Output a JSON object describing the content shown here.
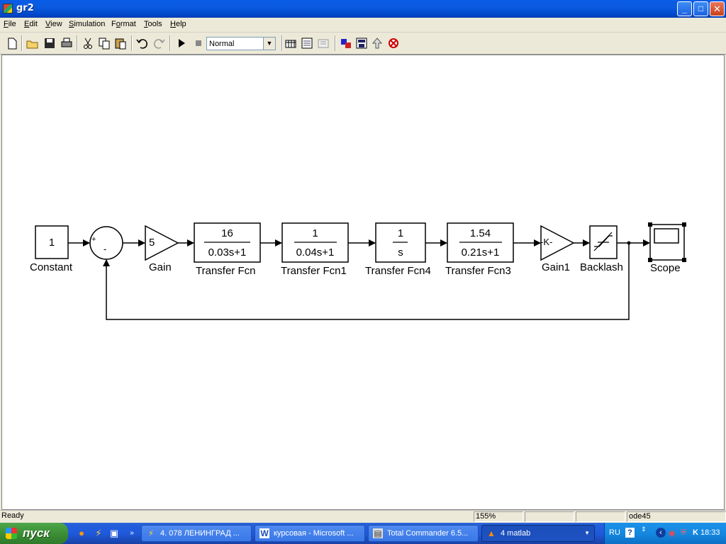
{
  "window": {
    "title": "gr2",
    "controls": {
      "minimize": "_",
      "maximize": "□",
      "close": "✕"
    }
  },
  "menu": [
    "File",
    "Edit",
    "View",
    "Simulation",
    "Format",
    "Tools",
    "Help"
  ],
  "menu_underline": [
    "F",
    "E",
    "V",
    "S",
    "o",
    "T",
    "H"
  ],
  "toolbar": {
    "icons": [
      "new-icon",
      "open-icon",
      "save-icon",
      "print-icon",
      "cut-icon",
      "copy-icon",
      "paste-icon",
      "undo-icon",
      "redo-icon",
      "start-simulation-icon",
      "stop-simulation-icon",
      "build-icon",
      "library-browser-icon",
      "model-explorer-icon",
      "debugger-icon",
      "go-to-parent-icon",
      "solver-icon"
    ],
    "sim_mode": "Normal"
  },
  "diagram": {
    "blocks": {
      "constant": {
        "value": "1",
        "label": "Constant"
      },
      "sum": {
        "plus": "+",
        "minus": "-"
      },
      "gain": {
        "value": "5",
        "label": "Gain"
      },
      "tf": {
        "num": "16",
        "den": "0.03s+1",
        "label": "Transfer Fcn"
      },
      "tf1": {
        "num": "1",
        "den": "0.04s+1",
        "label": "Transfer Fcn1"
      },
      "tf4": {
        "num": "1",
        "den": "s",
        "label": "Transfer Fcn4"
      },
      "tf3": {
        "num": "1.54",
        "den": "0.21s+1",
        "label": "Transfer Fcn3"
      },
      "gain1": {
        "value": "-K-",
        "label": "Gain1"
      },
      "backlash": {
        "label": "Backlash"
      },
      "scope": {
        "label": "Scope"
      }
    }
  },
  "status": {
    "state": "Ready",
    "zoom": "155%",
    "solver": "ode45"
  },
  "taskbar": {
    "start": "пуск",
    "tasks": [
      {
        "label": "4. 078 ЛЕНИНГРАД ...",
        "icon": "winamp-icon"
      },
      {
        "label": "курсовая - Microsoft ...",
        "icon": "word-icon"
      },
      {
        "label": "Total Commander 6.5...",
        "icon": "total-commander-icon"
      },
      {
        "label": "4 matlab",
        "icon": "matlab-icon"
      }
    ],
    "tray": {
      "lang": "RU",
      "time": "18:33"
    }
  },
  "colors": {
    "titlebar": "#0b5ae0",
    "canvas": "#ffffff",
    "chrome": "#ece9d8",
    "taskbar": "#245edb",
    "start": "#3c8f36"
  }
}
